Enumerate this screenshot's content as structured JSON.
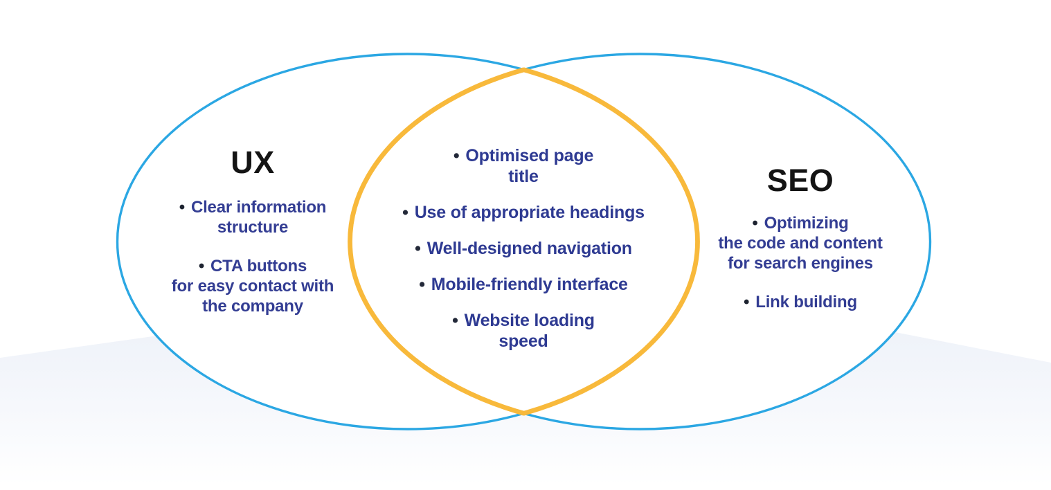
{
  "diagram": {
    "type": "venn",
    "bullet_icon": "•",
    "left": {
      "heading": "UX",
      "items": [
        {
          "lines": [
            "Clear information",
            "structure"
          ]
        },
        {
          "lines": [
            "CTA buttons",
            "for easy contact with",
            "the company"
          ]
        }
      ]
    },
    "middle": {
      "items": [
        {
          "lines": [
            "Optimised page",
            "title"
          ]
        },
        {
          "lines": [
            "Use of appropriate headings"
          ]
        },
        {
          "lines": [
            "Well-designed navigation"
          ]
        },
        {
          "lines": [
            "Mobile-friendly interface"
          ]
        },
        {
          "lines": [
            "Website loading",
            "speed"
          ]
        }
      ]
    },
    "right": {
      "heading": "SEO",
      "items": [
        {
          "lines": [
            "Optimizing",
            "the code and content",
            "for search engines"
          ]
        },
        {
          "lines": [
            "Link building"
          ]
        }
      ]
    },
    "colors": {
      "circle_stroke": "#2BA7E3",
      "overlap_stroke": "#F8B93B",
      "side_text": "#333D93",
      "middle_text": "#2E3A92",
      "heading_text": "#141414",
      "background_band": "#EDF1F8"
    }
  }
}
